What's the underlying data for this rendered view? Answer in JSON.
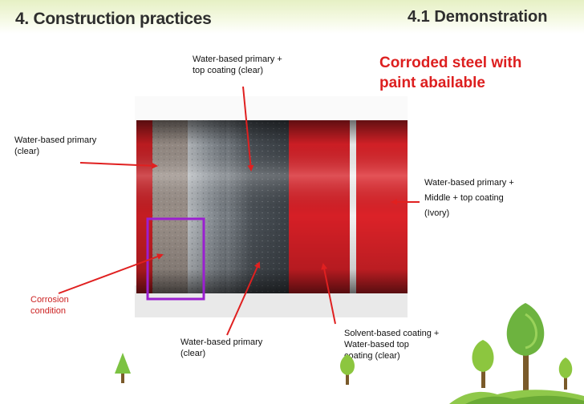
{
  "header": {
    "title": "4. Construction practices",
    "section": "4.1 Demonstration"
  },
  "headline": {
    "line1": "Corroded steel with",
    "line2": "paint abailable"
  },
  "labels": {
    "top": {
      "line1": "Water-based primary +",
      "line2": "top coating (clear)"
    },
    "left": {
      "line1": "Water-based primary",
      "line2": "(clear)"
    },
    "right": {
      "line1": "Water-based primary +",
      "line2": "Middle + top coating",
      "line3": "(Ivory)"
    },
    "corrosion": {
      "line1": "Corrosion",
      "line2": "condition"
    },
    "bottom_left": {
      "line1": "Water-based primary",
      "line2": "(clear)"
    },
    "bottom_right": {
      "line1": "Solvent-based coating +",
      "line2": "Water-based top",
      "line3": "coating (clear)"
    }
  },
  "colors": {
    "accent_red": "#dd1f1f",
    "arrow_red": "#e02020",
    "frame_purple": "#9b1fd0",
    "pipe_red": "#d41f24"
  }
}
